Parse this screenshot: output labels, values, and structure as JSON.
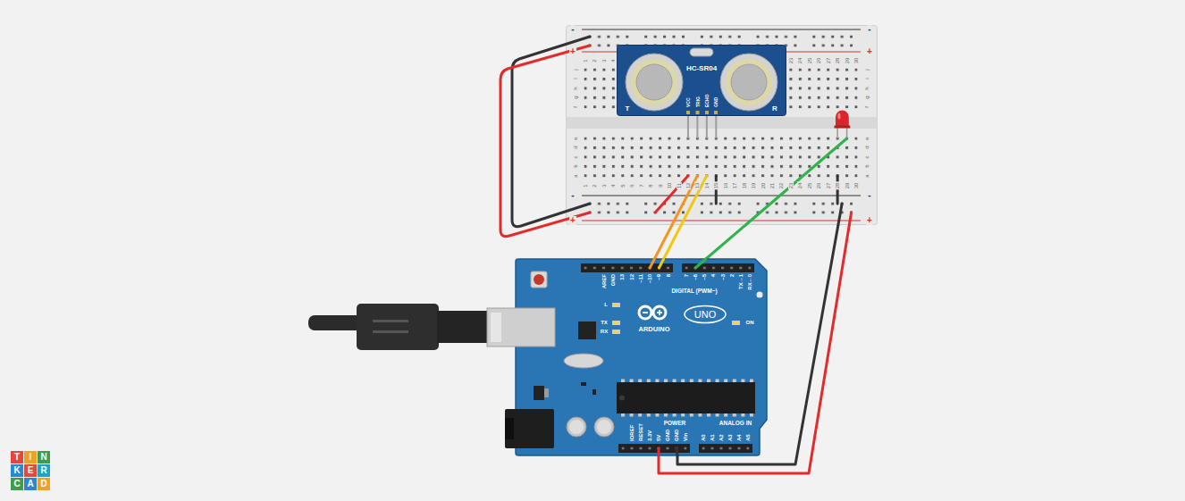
{
  "diagram": {
    "nodes": [
      {
        "text": [
          "-",
          "-",
          "+",
          "+",
          "1",
          "2",
          "3",
          "4",
          "23",
          "24",
          "25",
          "26",
          "27",
          "28",
          "29",
          "30",
          "j",
          "j",
          "i",
          "i",
          "h",
          "h",
          "g",
          "g",
          "f",
          "f",
          "e",
          "e",
          "d",
          "d",
          "c",
          "c",
          "b",
          "b",
          "a",
          "a",
          "1",
          "2",
          "3",
          "4",
          "5",
          "6",
          "7",
          "8",
          "9",
          "10",
          "11",
          "12",
          "13",
          "14",
          "15",
          "16",
          "17",
          "18",
          "19",
          "20",
          "21",
          "22",
          "23",
          "24",
          "25",
          "26",
          "27",
          "28",
          "29",
          "30",
          "-",
          "-",
          "+",
          "+"
        ]
      },
      {
        "text": [
          "HC-SR04",
          "VCC",
          "TRIG",
          "ECHO",
          "GND",
          "T",
          "R"
        ],
        "in": 0
      },
      {
        "text": [
          "AREF",
          "GND",
          "13",
          "12",
          "~11",
          "~10",
          "~9",
          "8",
          "7",
          "~6",
          "~5",
          "4",
          "~3",
          "2",
          "TX→1",
          "RX←0",
          "DIGITAL (PWM~)",
          "L",
          "TX",
          "RX",
          "ARDUINO",
          "UNO",
          "ON",
          "POWER",
          "ANALOG IN",
          "IOREF",
          "RESET",
          "3.3V",
          "5V",
          "GND",
          "GND",
          "Vin",
          "A0",
          "A1",
          "A2",
          "A3",
          "A4",
          "A5"
        ]
      }
    ],
    "edges": [
      {
        "from": 0,
        "to": 2,
        "arrow": "none"
      },
      {
        "from": 0,
        "to": 2,
        "arrow": "none"
      },
      {
        "from": 0,
        "to": 2,
        "arrow": "none"
      },
      {
        "from": 0,
        "to": 2,
        "arrow": "none"
      },
      {
        "from": 0,
        "to": 2,
        "arrow": "none"
      }
    ],
    "labels": [
      "T",
      "I",
      "N",
      "K",
      "E",
      "R",
      "C",
      "A",
      "D"
    ]
  }
}
